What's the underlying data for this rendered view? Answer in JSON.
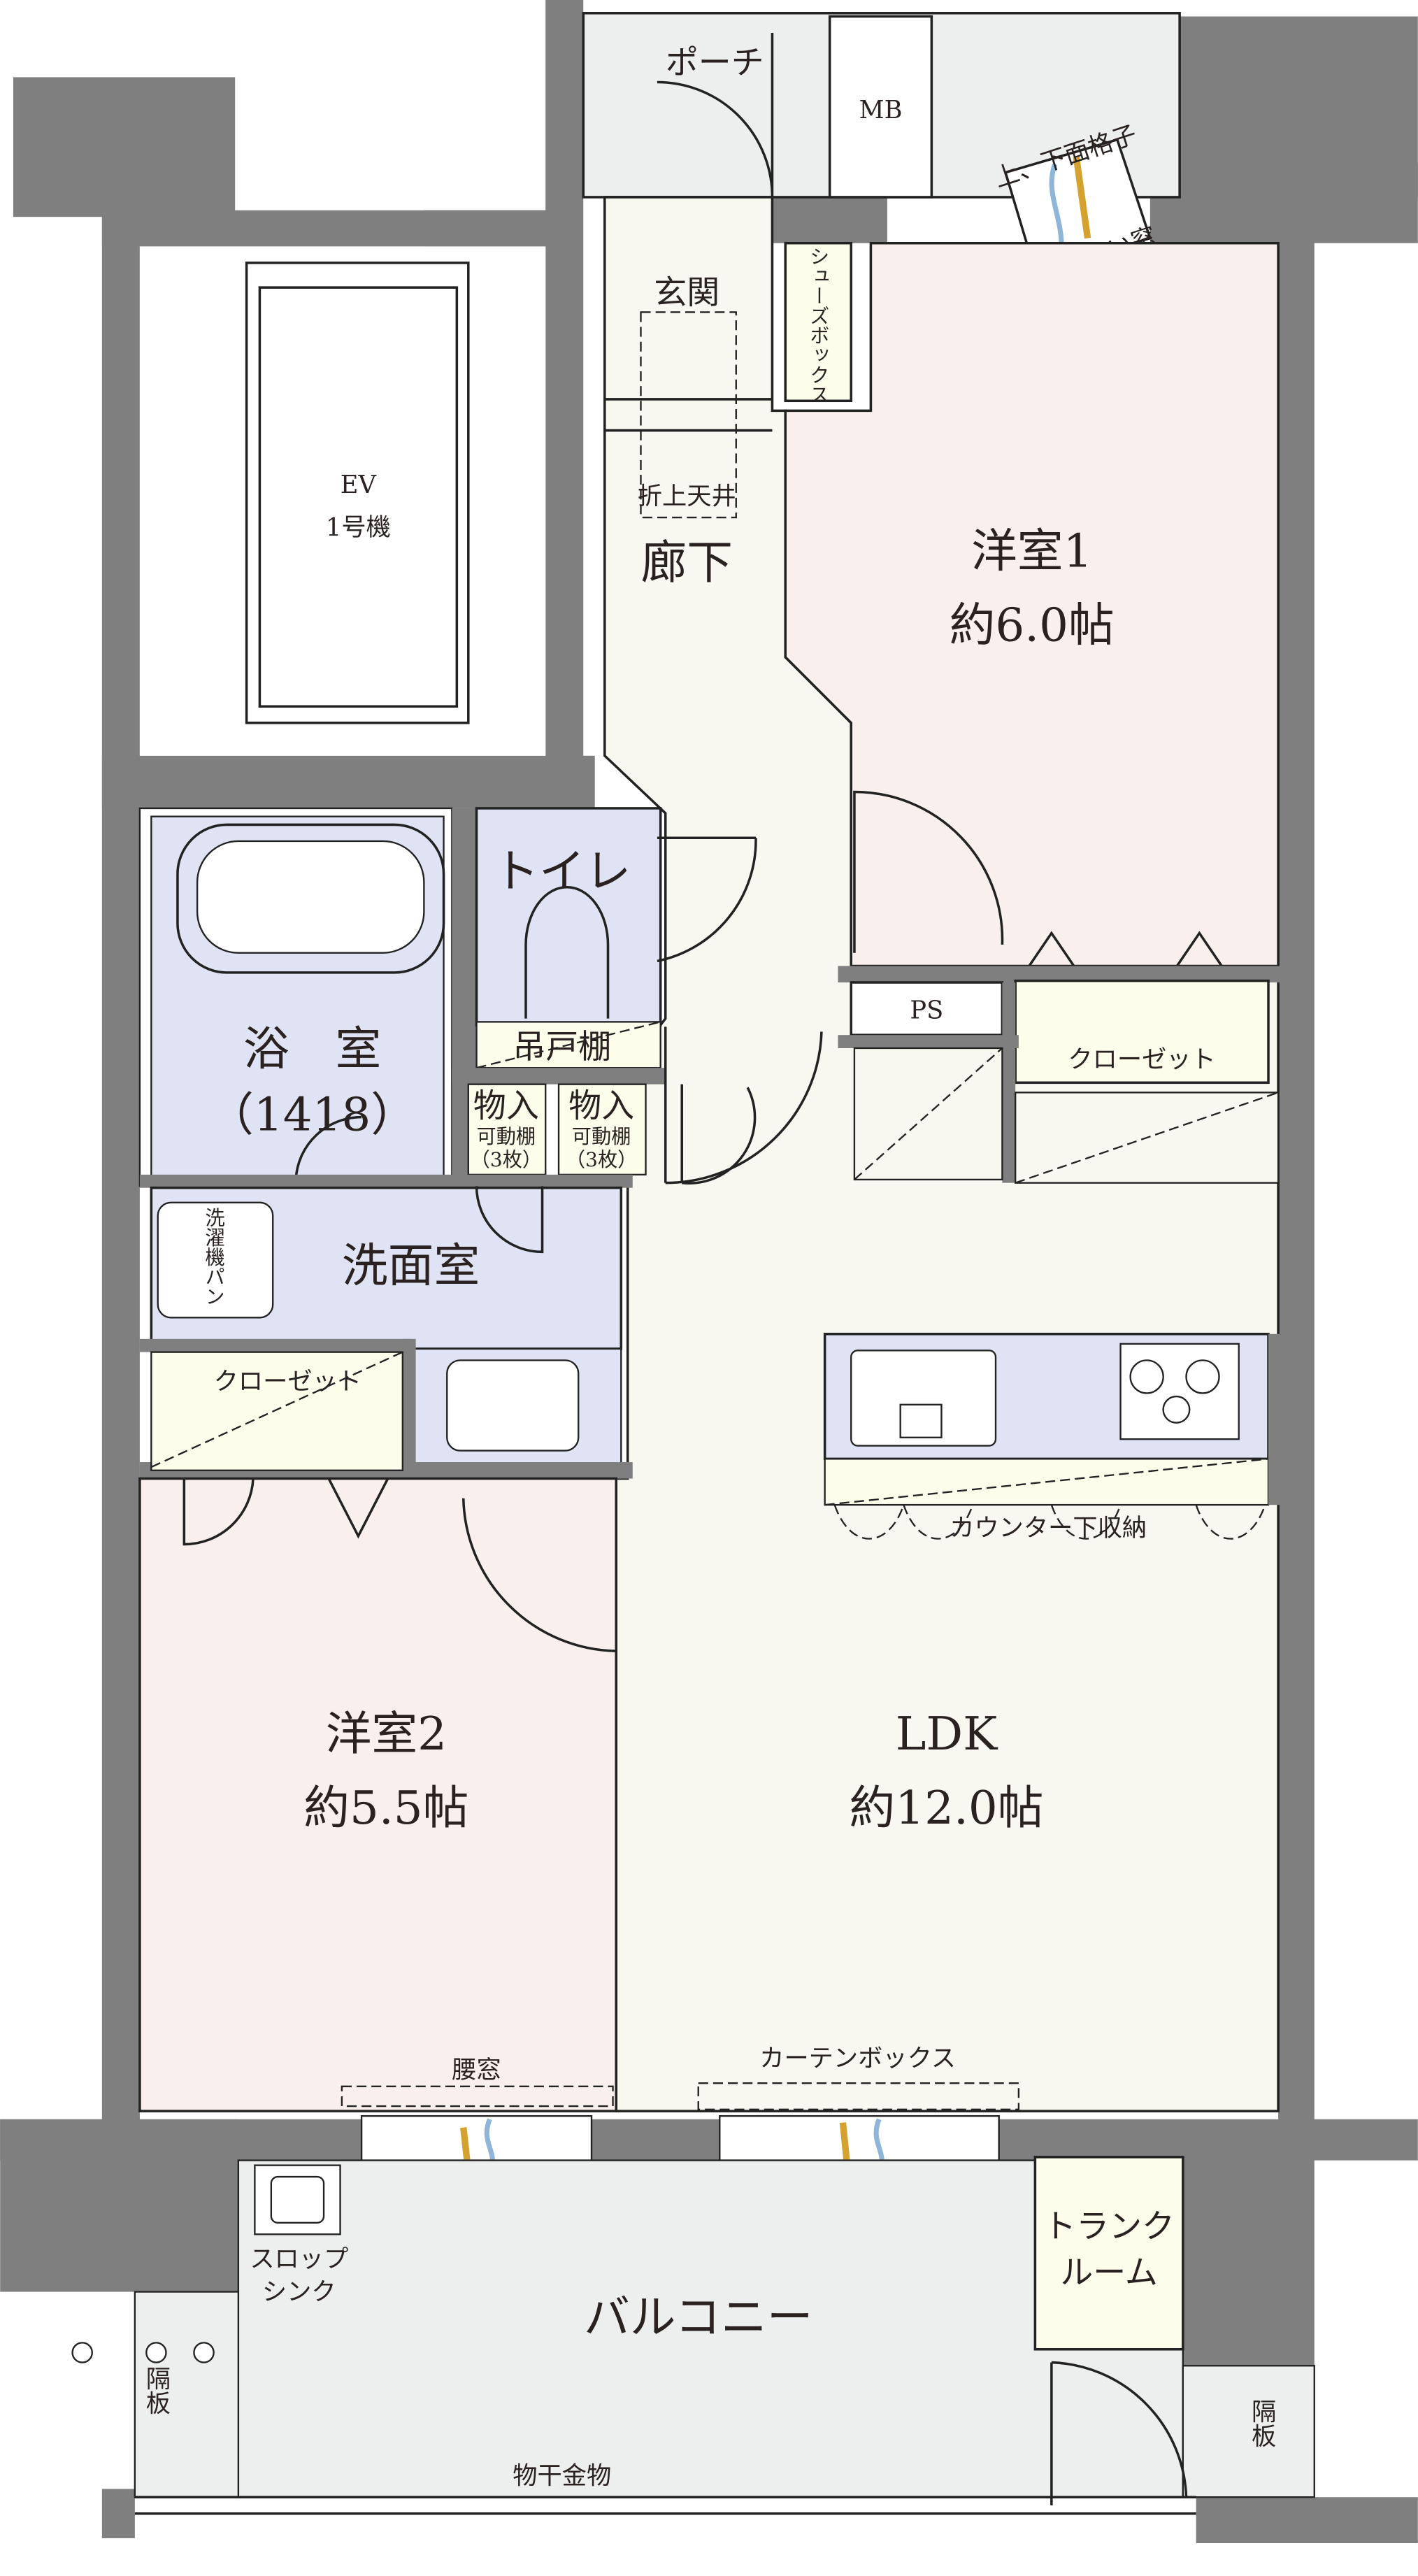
{
  "colors": {
    "wall": "#7f7f7f",
    "bedroom_floor": "#f9f0ee",
    "ldk_floor": "#f9f8f0",
    "wet_area": "#dfe3f3",
    "closet": "#fdfdec",
    "exterior": "#edefee",
    "window_blue": "#8fb5d8",
    "window_gold": "#d6a22f"
  },
  "labels": {
    "porch": "ポーチ",
    "mb": "MB",
    "lattice": "上、下面格子",
    "lower_window": "下部引違い窓",
    "entrance": "玄関",
    "shoe_box": "シューズボックス",
    "raised_ceiling": "折上天井",
    "hallway": "廊下",
    "bedroom1": "洋室1",
    "bedroom1_size": "約6.0帖",
    "ev": "EV",
    "ev_no": "1号機",
    "toilet": "トイレ",
    "bath": "浴　室",
    "bath_size": "（1418）",
    "hanging_shelf": "吊戸棚",
    "storage_a": "物入",
    "storage_a_shelf": "可動棚",
    "storage_a_count": "（3枚）",
    "storage_b": "物入",
    "storage_b_shelf": "可動棚",
    "storage_b_count": "（3枚）",
    "ps": "PS",
    "closet1": "クローゼット",
    "washroom": "洗面室",
    "washer_pan": "洗濯機パン",
    "closet2": "クローゼット",
    "counter_storage": "カウンター下収納",
    "bedroom2": "洋室2",
    "bedroom2_size": "約5.5帖",
    "ldk": "LDK",
    "ldk_size": "約12.0帖",
    "waist_window": "腰窓",
    "curtain_box": "カーテンボックス",
    "slop_sink_1": "スロップ",
    "slop_sink_2": "シンク",
    "balcony": "バルコニー",
    "trunk_1": "トランク",
    "trunk_2": "ルーム",
    "partition_left": "隔板",
    "partition_right": "隔板",
    "drying_rack": "物干金物"
  }
}
